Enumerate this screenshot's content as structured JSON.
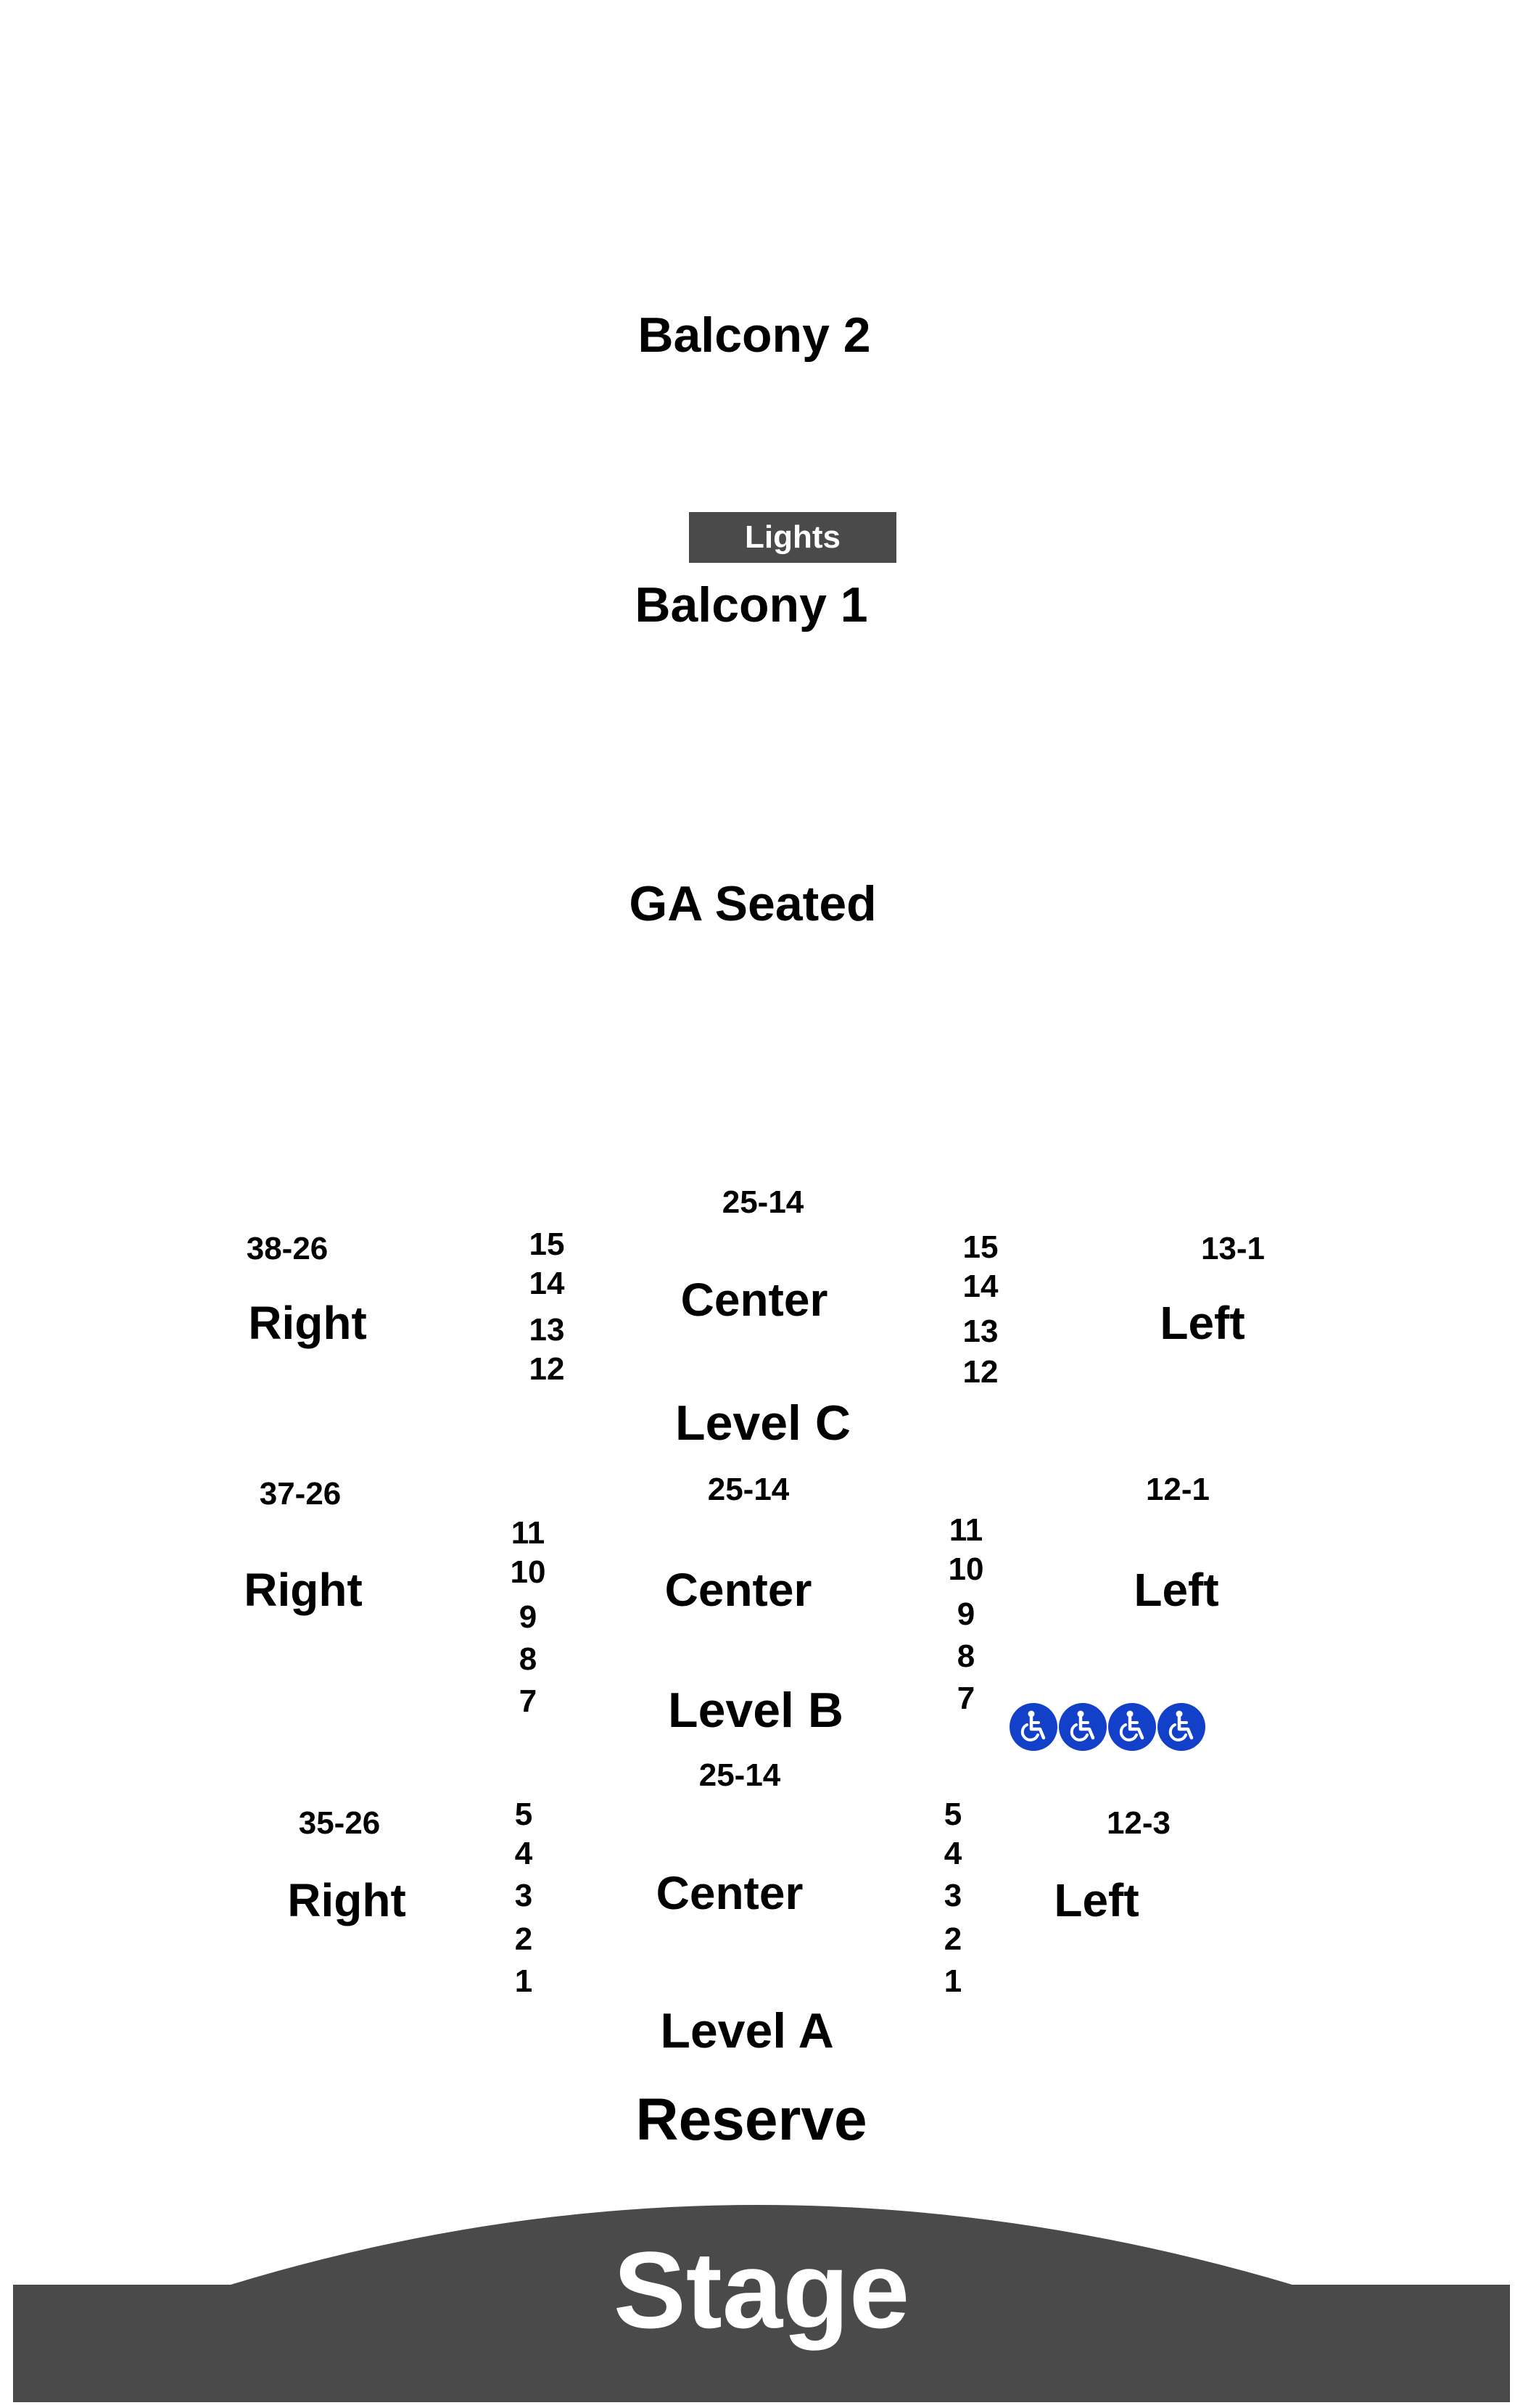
{
  "balconies": {
    "balcony_2": "Balcony 2",
    "lights": "Lights",
    "balcony_1": "Balcony 1",
    "ga_seated": "GA Seated"
  },
  "level_c": {
    "center_range": "25-14",
    "right_range": "38-26",
    "left_range": "13-1",
    "right_label": "Right",
    "center_label": "Center",
    "left_label": "Left",
    "level_label": "Level C",
    "left_aisle_rows": [
      "15",
      "14",
      "13",
      "12"
    ],
    "right_aisle_rows": [
      "15",
      "14",
      "13",
      "12"
    ]
  },
  "level_b": {
    "center_range": "25-14",
    "right_range": "37-26",
    "left_range": "12-1",
    "right_label": "Right",
    "center_label": "Center",
    "left_label": "Left",
    "level_label": "Level B",
    "left_aisle_rows": [
      "11",
      "10",
      "9",
      "8",
      "7"
    ],
    "right_aisle_rows": [
      "11",
      "10",
      "9",
      "8",
      "7"
    ]
  },
  "level_a": {
    "center_range": "25-14",
    "right_range": "35-26",
    "left_range": "12-3",
    "right_label": "Right",
    "center_label": "Center",
    "left_label": "Left",
    "level_label": "Level A",
    "left_aisle_rows": [
      "5",
      "4",
      "3",
      "2",
      "1"
    ],
    "right_aisle_rows": [
      "5",
      "4",
      "3",
      "2",
      "1"
    ]
  },
  "reserve": "Reserve",
  "stage": "Stage",
  "accessibility": {
    "icon": "wheelchair-icon",
    "count": 4,
    "color": "#1240c8"
  },
  "colors": {
    "stage": "#4a4a4a",
    "lights_bar": "#4a4a4a",
    "text": "#000000"
  }
}
